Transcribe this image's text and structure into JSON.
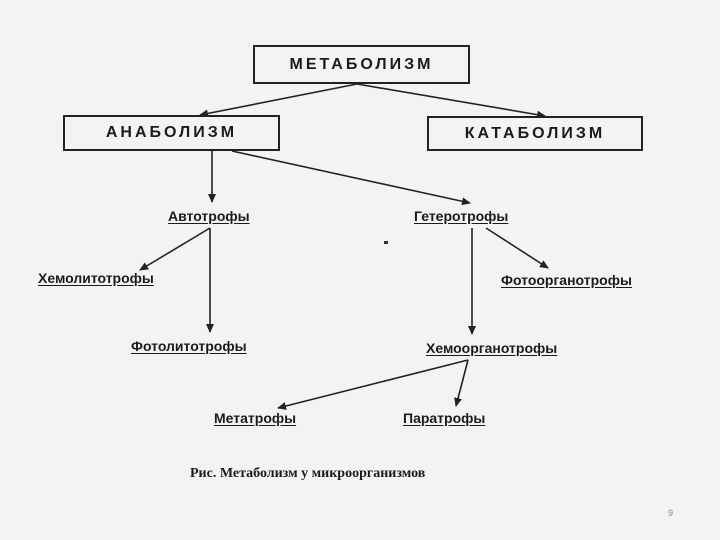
{
  "diagram": {
    "boxes": {
      "root": "МЕТАБОЛИЗМ",
      "anabolism": "АНАБОЛИЗМ",
      "catabolism": "КАТАБОЛИЗМ"
    },
    "nodes": {
      "autotrophs": "Автотрофы",
      "heterotrophs": "Гетеротрофы",
      "chemolithotrophs": "Хемолитотрофы",
      "photolithotrophs": "Фотолитотрофы",
      "photoorganotrophs": "Фотоорганотрофы",
      "chemoorganotrophs": "Хемоорганотрофы",
      "metatrophs": "Метатрофы",
      "paratrophs": "Паратрофы"
    },
    "caption": "Рис. Метаболизм у микроорганизмов"
  },
  "slide": {
    "page_number": "9"
  }
}
